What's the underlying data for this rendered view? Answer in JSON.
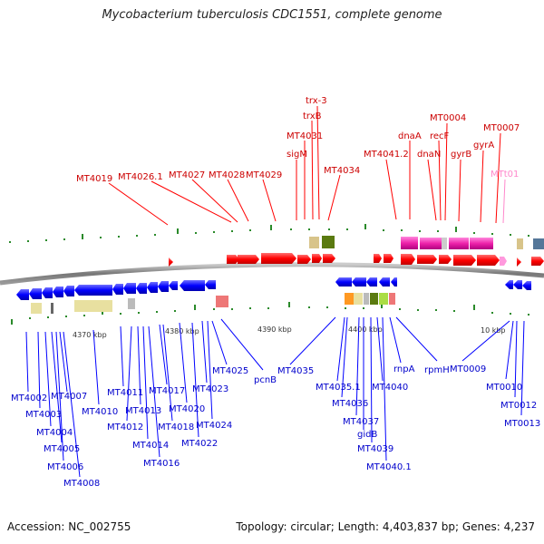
{
  "title": "Mycobacterium tuberculosis CDC1551, complete genome",
  "footer": {
    "accession": "Accession: NC_002755",
    "topology": "Topology: circular; Length: 4,403,837 bp; Genes: 4,237"
  },
  "colors": {
    "forward_label": "#cc0000",
    "reverse_label": "#0000cc",
    "rna_label": "#ff88cc",
    "forward_gene": "#ff0000",
    "reverse_gene": "#0000ff",
    "backbone": "#888888",
    "tick_mark": "#2a8a2a"
  },
  "scale_ticks": [
    "4370 kbp",
    "4380 kbp",
    "4390 kbp",
    "4400 kbp",
    "10 kbp"
  ],
  "forward_labels": [
    "trx-3",
    "trxB",
    "MT4031",
    "sigM",
    "MT4034",
    "MT4019",
    "MT4026.1",
    "MT4027",
    "MT4028",
    "MT4029",
    "MT4041.2",
    "dnaA",
    "dnaN",
    "recF",
    "MT0004",
    "gyrB",
    "gyrA",
    "MT0007",
    "MTt01"
  ],
  "reverse_labels": [
    "MT4002",
    "MT4003",
    "MT4004",
    "MT4005",
    "MT4006",
    "MT4007",
    "MT4008",
    "MT4010",
    "MT4011",
    "MT4012",
    "MT4013",
    "MT4014",
    "MT4016",
    "MT4017",
    "MT4018",
    "MT4020",
    "MT4022",
    "MT4023",
    "MT4024",
    "MT4025",
    "pcnB",
    "MT4035",
    "MT4035.1",
    "MT4036",
    "MT4037",
    "gidB",
    "MT4039",
    "MT4040",
    "MT4040.1",
    "rnpA",
    "rpmH",
    "MT0009",
    "MT0010",
    "MT0012",
    "MT0013"
  ]
}
